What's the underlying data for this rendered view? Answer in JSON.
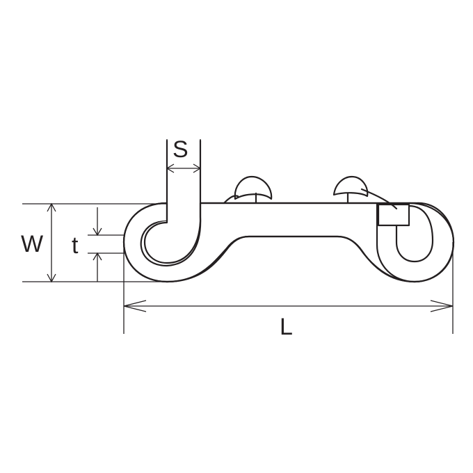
{
  "labels": {
    "s": "S",
    "w": "W",
    "t": "t",
    "l": "L"
  },
  "colors": {
    "line": "#231f20",
    "fill": "#ffffff",
    "background": "#ffffff"
  }
}
